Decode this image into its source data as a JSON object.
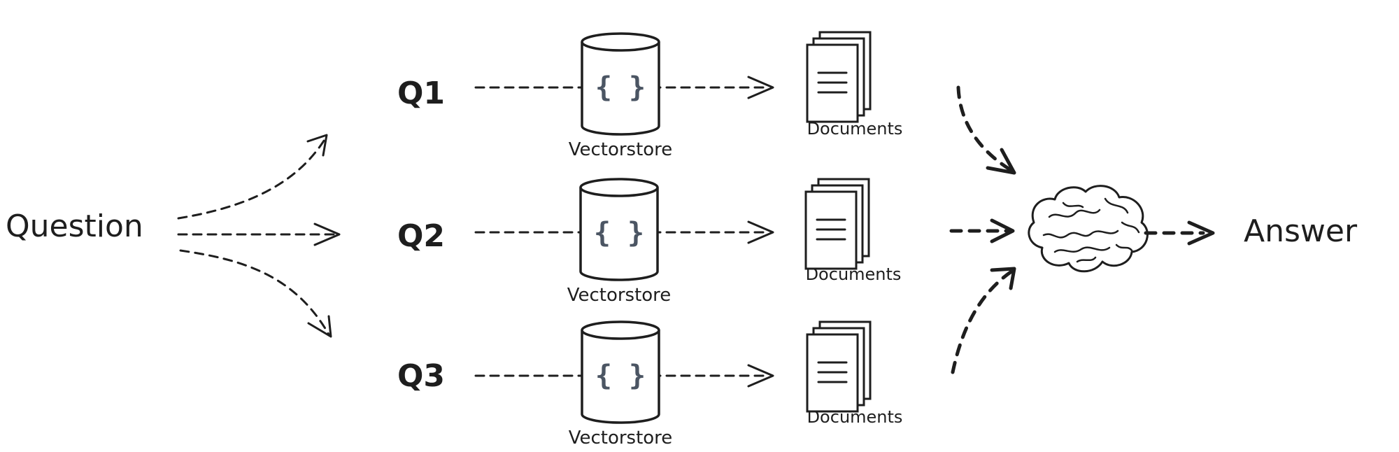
{
  "input_label": "Question",
  "queries": [
    {
      "label": "Q1",
      "store_label": "Vectorstore",
      "store_symbol": "{ }",
      "docs_label": "Documents"
    },
    {
      "label": "Q2",
      "store_label": "Vectorstore",
      "store_symbol": "{ }",
      "docs_label": "Documents"
    },
    {
      "label": "Q3",
      "store_label": "Vectorstore",
      "store_symbol": "{ }",
      "docs_label": "Documents"
    }
  ],
  "llm_icon": "brain-icon",
  "output_label": "Answer"
}
